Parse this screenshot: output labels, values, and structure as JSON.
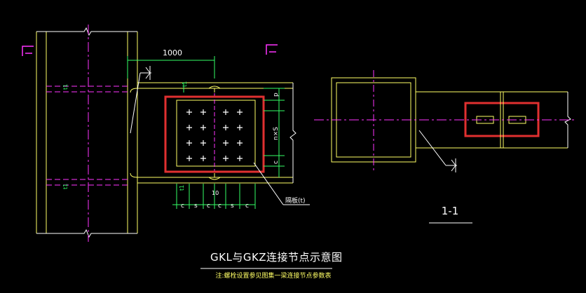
{
  "drawing": {
    "title": "GKL与GKZ连接节点示意图",
    "note": "注:螺栓设置参见图集一梁连接节点参数表",
    "section_label": "1-1",
    "dimension_top": "1000",
    "dim_t1_upper": "t1",
    "dim_t1_lower": "t1",
    "dim_t1_plate": "t1",
    "dim_p": "p",
    "dim_ns": "n×S",
    "dim_c_right": "c",
    "dim_c_bottom": [
      "c",
      "s",
      "c",
      "c",
      "s",
      "c"
    ],
    "dim_10": "10",
    "plate_label": "隔板(t)"
  },
  "colors": {
    "yellow": "#ffff66",
    "magenta": "#ff33ff",
    "white": "#ffffff",
    "green": "#33ff66",
    "red": "#ff3333",
    "red_box": "#e03030",
    "cyan": "#66ffff"
  }
}
